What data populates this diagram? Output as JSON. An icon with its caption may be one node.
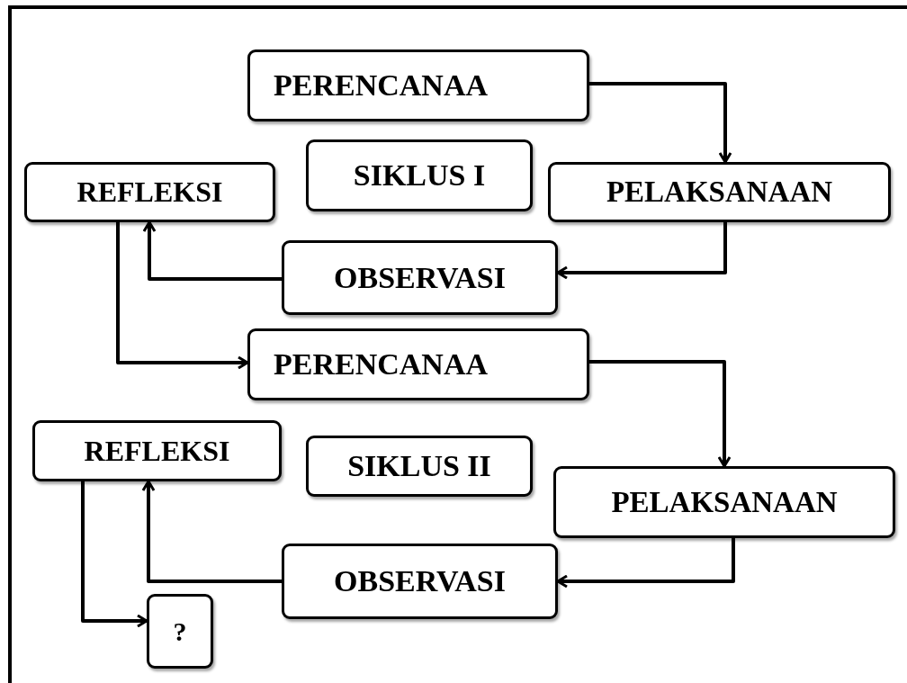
{
  "diagram": {
    "nodes": [
      {
        "text": [
          "PERENCANAA"
        ]
      },
      {
        "text": [
          "SIKLUS I"
        ]
      },
      {
        "text": [
          "REFLEKSI"
        ]
      },
      {
        "text": [
          "PELAKSANAAN"
        ]
      },
      {
        "text": [
          "OBSERVASI"
        ]
      },
      {
        "text": [
          "PERENCANAA"
        ]
      },
      {
        "text": [
          "REFLEKSI"
        ]
      },
      {
        "text": [
          "SIKLUS II"
        ]
      },
      {
        "text": [
          "PELAKSANAAN"
        ]
      },
      {
        "text": [
          "OBSERVASI"
        ]
      },
      {
        "text": [
          "?"
        ]
      }
    ],
    "edges": [
      {
        "from": 0,
        "to": 3,
        "arrow": "to"
      },
      {
        "from": 3,
        "to": 4,
        "arrow": "to"
      },
      {
        "from": 4,
        "to": 2,
        "arrow": "to"
      },
      {
        "from": 2,
        "to": 5,
        "arrow": "to"
      },
      {
        "from": 5,
        "to": 8,
        "arrow": "to"
      },
      {
        "from": 8,
        "to": 9,
        "arrow": "to"
      },
      {
        "from": 9,
        "to": 6,
        "arrow": "to"
      },
      {
        "from": 6,
        "to": 10,
        "arrow": "to"
      }
    ]
  }
}
